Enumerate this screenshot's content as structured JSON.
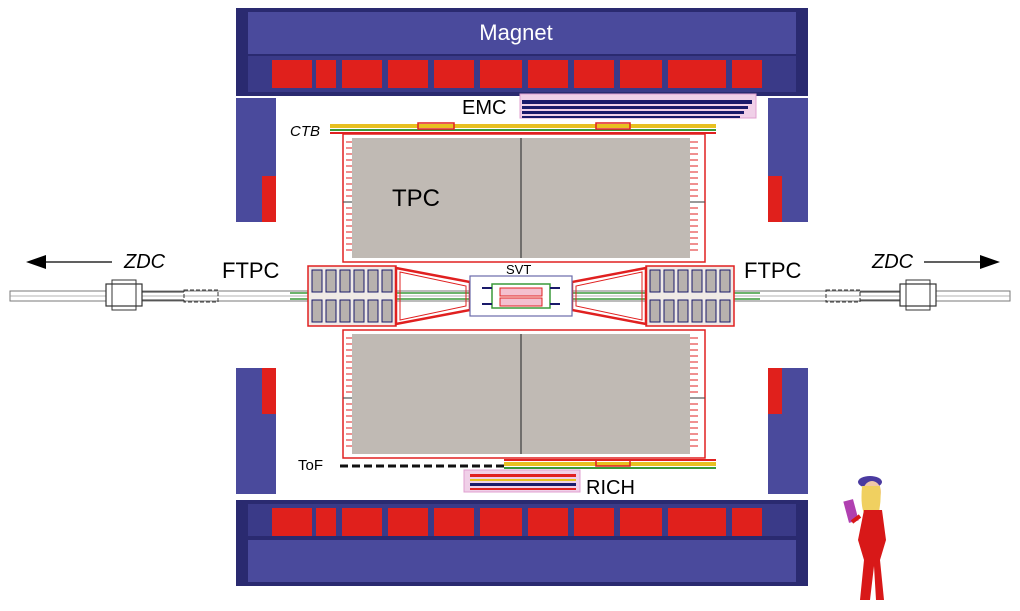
{
  "labels": {
    "magnet": "Magnet",
    "emc": "EMC",
    "ctb": "CTB",
    "tpc": "TPC",
    "zdc_left": "ZDC",
    "zdc_right": "ZDC",
    "ftpc_left": "FTPC",
    "ftpc_right": "FTPC",
    "svt": "SVT",
    "tof": "ToF",
    "rich": "RICH"
  },
  "colors": {
    "magnet_blue": "#4a4a9c",
    "magnet_dark": "#2a2a70",
    "coil_red": "#e0201c",
    "tpc_gray": "#c0bab4",
    "frame_red": "#e02020",
    "beam_green": "#3a9a3a",
    "beam_gray": "#7a7a7a",
    "ctb_yellow": "#e8c020",
    "emc_navy": "#1a1a6a",
    "emc_pink": "#e0a0d0",
    "figure_red": "#d81818",
    "figure_hair": "#f0d060"
  },
  "icons": {
    "zdc_left_arrow": "arrow-left-icon",
    "zdc_right_arrow": "arrow-right-icon",
    "scale_figure": "person-icon"
  }
}
